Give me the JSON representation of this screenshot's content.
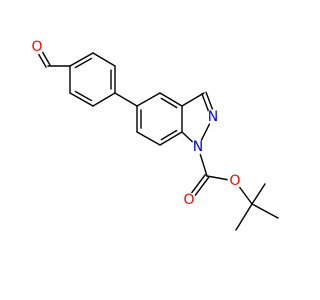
{
  "molecule": {
    "atoms": [
      {
        "id": "O_ald",
        "label": "O",
        "color": "#ff0000"
      },
      {
        "id": "N1",
        "label": "N",
        "color": "#0000ff"
      },
      {
        "id": "N2",
        "label": "N",
        "color": "#0000ff"
      },
      {
        "id": "O_ester",
        "label": "O",
        "color": "#ff0000"
      },
      {
        "id": "O_carbonyl",
        "label": "O",
        "color": "#ff0000"
      }
    ]
  }
}
